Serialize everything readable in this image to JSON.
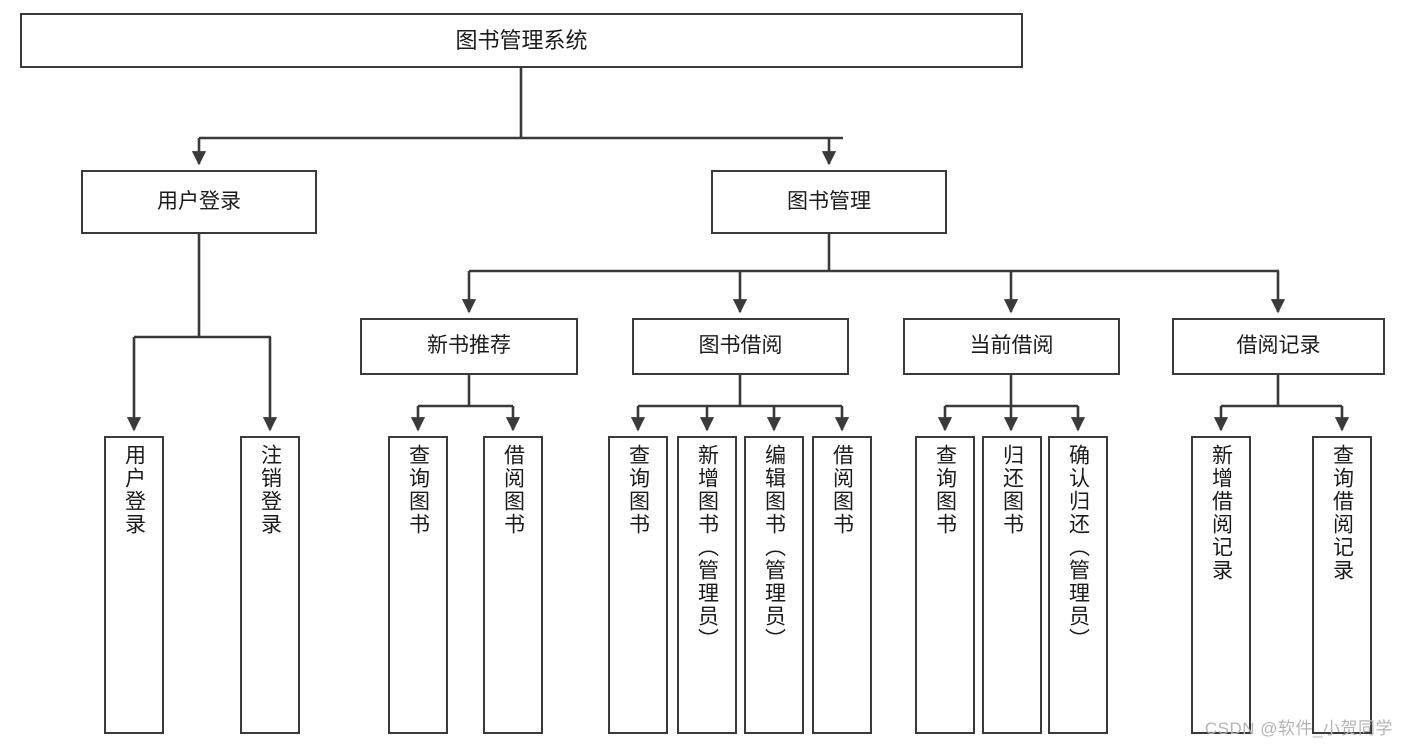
{
  "diagram": {
    "title": "图书管理系统",
    "type": "功能结构图",
    "watermark": "CSDN @软件_小贺同学",
    "colors": {
      "box_border": "#3a3a3a",
      "box_fill": "#ffffff",
      "edge": "#3a3a3a",
      "text": "#1b1b1b",
      "watermark": "#b4b4b4",
      "background": "#ffffff"
    },
    "nodes": {
      "root": {
        "label": "图书管理系统"
      },
      "level2": [
        {
          "id": "user-login",
          "label": "用户登录"
        },
        {
          "id": "book-manage",
          "label": "图书管理"
        }
      ],
      "level3": [
        {
          "id": "new-book-recommend",
          "label": "新书推荐"
        },
        {
          "id": "book-borrow",
          "label": "图书借阅"
        },
        {
          "id": "current-borrow",
          "label": "当前借阅"
        },
        {
          "id": "borrow-record",
          "label": "借阅记录"
        }
      ],
      "leaves": {
        "user-login": [
          {
            "id": "leaf-user-login",
            "label": "用户登录"
          },
          {
            "id": "leaf-logout-login",
            "label": "注销登录"
          }
        ],
        "new-book-recommend": [
          {
            "id": "leaf-query-book-1",
            "label": "查询图书"
          },
          {
            "id": "leaf-borrow-book-1",
            "label": "借阅图书"
          }
        ],
        "book-borrow": [
          {
            "id": "leaf-query-book-2",
            "label": "查询图书"
          },
          {
            "id": "leaf-add-book",
            "label": "新增图书（管理员）"
          },
          {
            "id": "leaf-edit-book",
            "label": "编辑图书（管理员）"
          },
          {
            "id": "leaf-borrow-book-2",
            "label": "借阅图书"
          }
        ],
        "current-borrow": [
          {
            "id": "leaf-query-book-3",
            "label": "查询图书"
          },
          {
            "id": "leaf-return-book",
            "label": "归还图书"
          },
          {
            "id": "leaf-confirm-return",
            "label": "确认归还（管理员）"
          }
        ],
        "borrow-record": [
          {
            "id": "leaf-add-record",
            "label": "新增借阅记录"
          },
          {
            "id": "leaf-query-record",
            "label": "查询借阅记录"
          }
        ]
      }
    }
  }
}
